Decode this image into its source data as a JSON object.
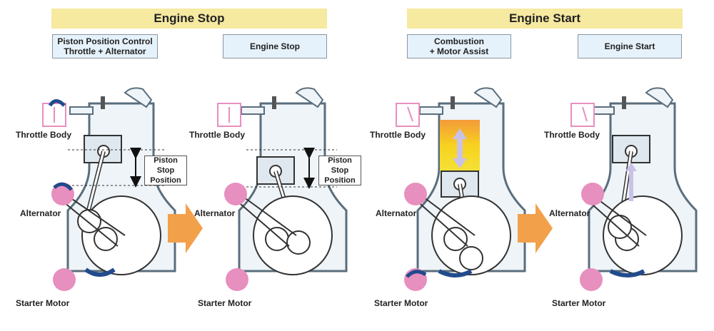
{
  "banners": {
    "stop": "Engine Stop",
    "start": "Engine Start"
  },
  "boxes": {
    "piston_control": "Piston Position Control\nThrottle + Alternator",
    "engine_stop": "Engine Stop",
    "combustion": "Combustion\n+ Motor Assist",
    "engine_start": "Engine Start"
  },
  "labels": {
    "throttle_body": "Throttle Body",
    "alternator": "Alternator",
    "starter_motor": "Starter Motor",
    "piston_stop_position": "Piston Stop\nPosition"
  },
  "colors": {
    "banner": "#f6e9a0",
    "box": "#e6f2fb",
    "pink": "#e78fbf",
    "engine_outline": "#5a6e7d",
    "blue_arrow": "#214b8c",
    "orange_arrow": "#f3a04a",
    "combustion": "#f4dd27"
  }
}
